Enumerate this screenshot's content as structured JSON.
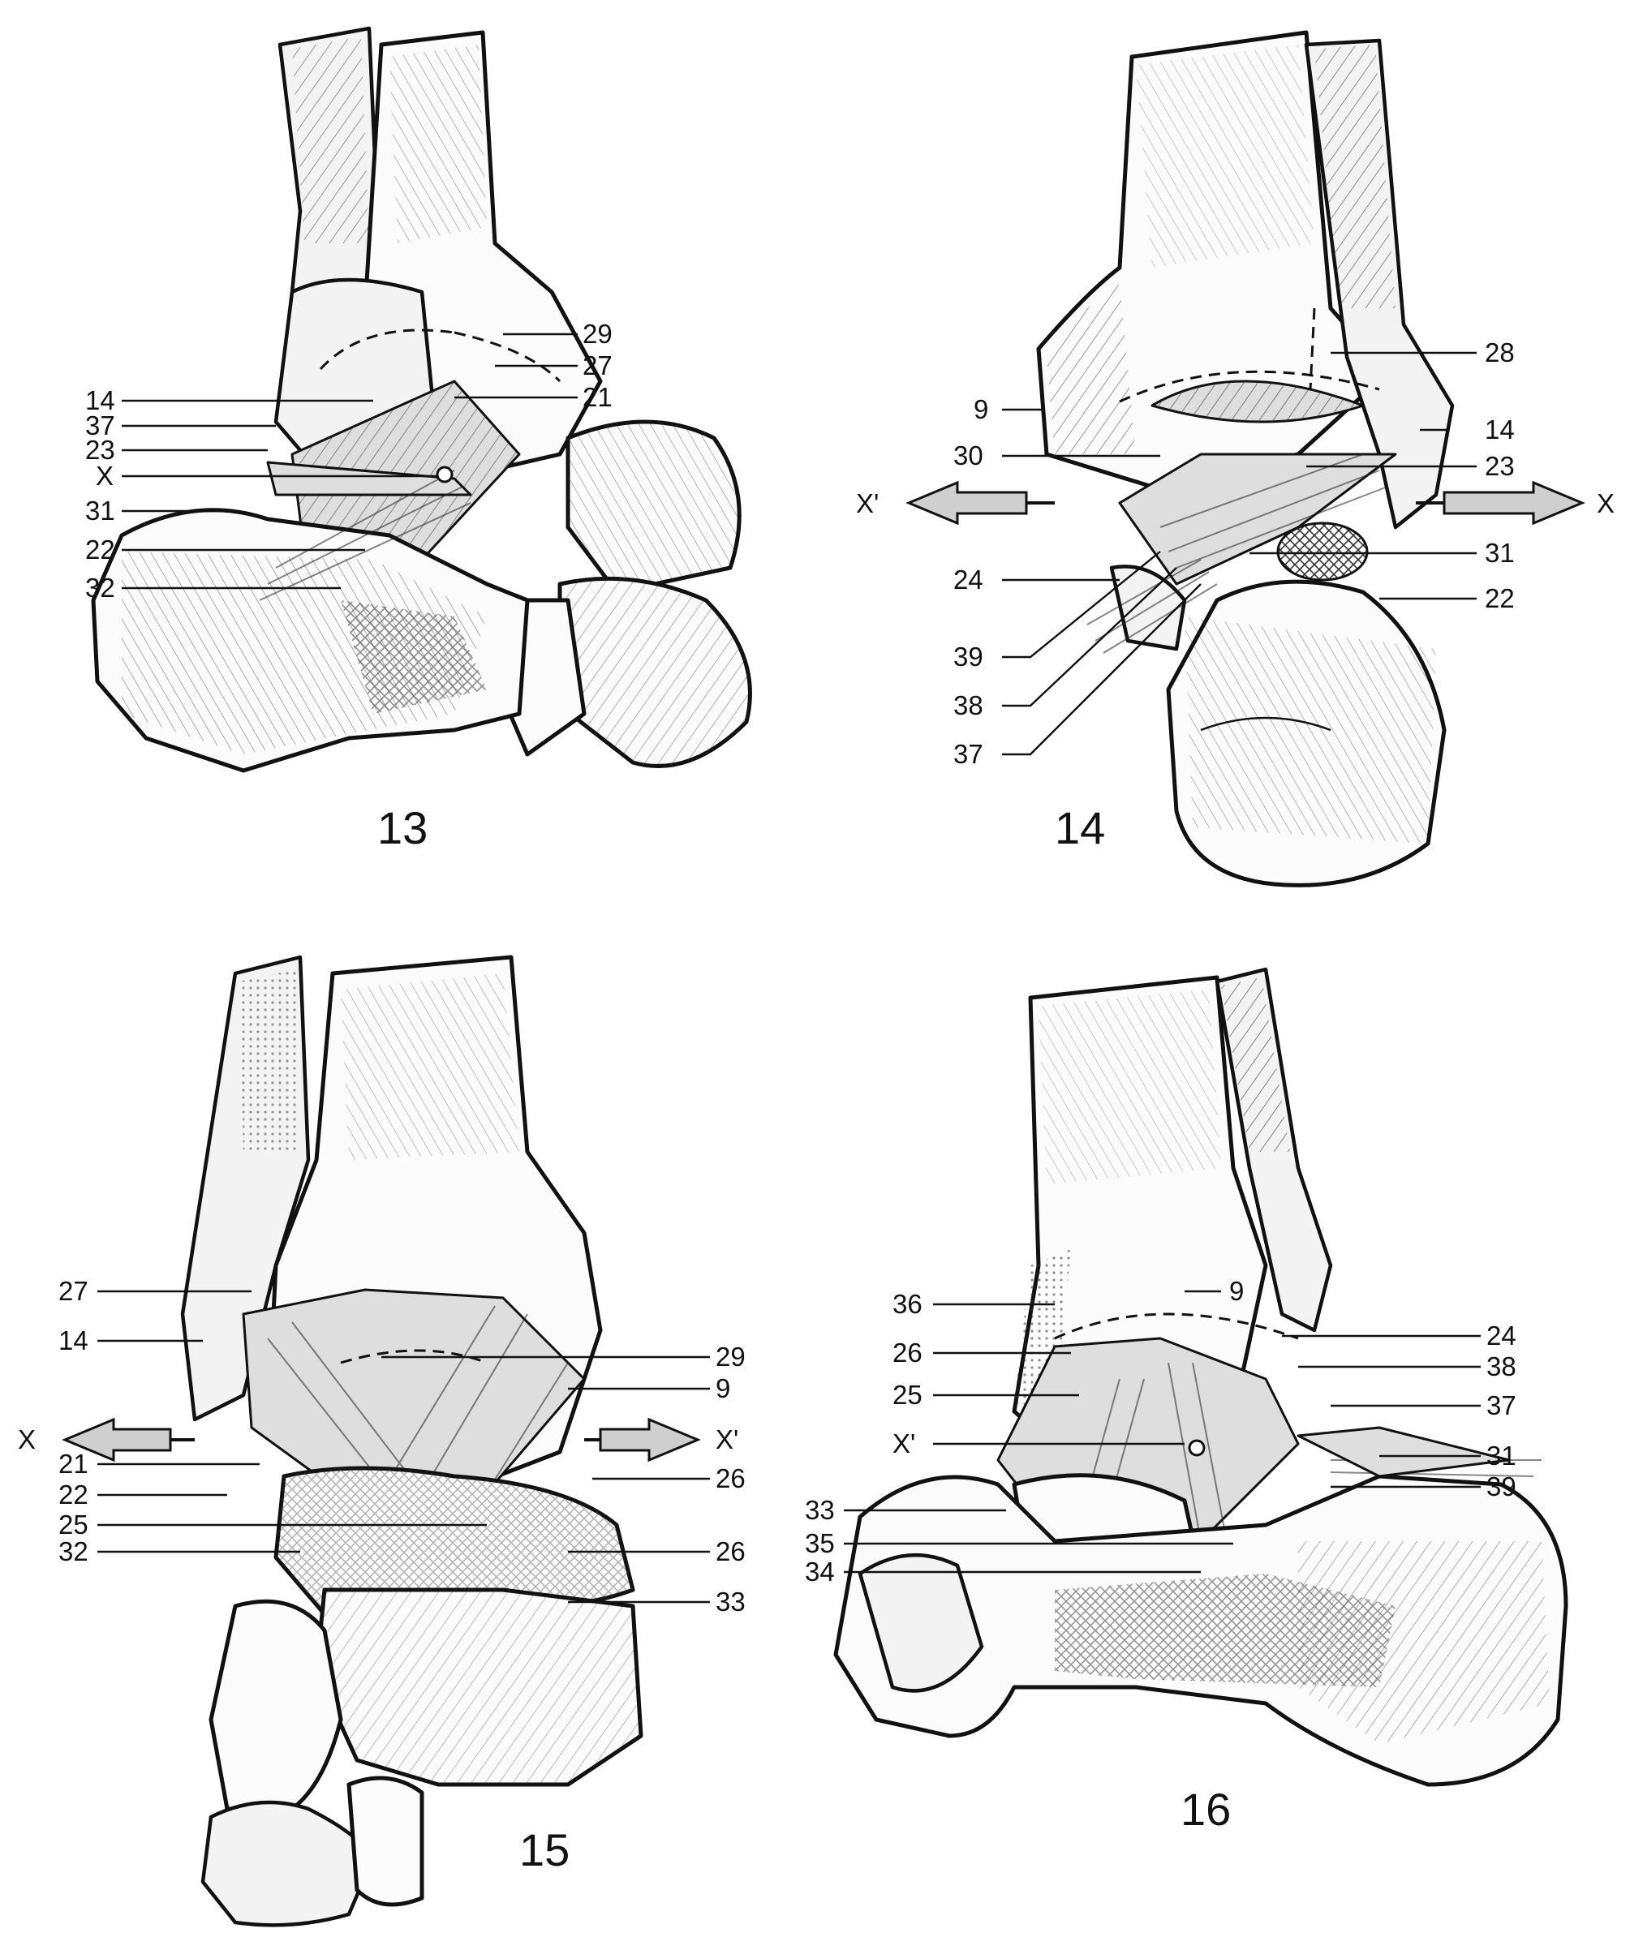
{
  "figures": [
    {
      "number": "13",
      "labels": [
        "29",
        "27",
        "21",
        "14",
        "37",
        "23",
        "X",
        "31",
        "22",
        "32"
      ]
    },
    {
      "number": "14",
      "labels": [
        "28",
        "9",
        "14",
        "30",
        "23",
        "X'",
        "X",
        "24",
        "31",
        "22",
        "39",
        "38",
        "37"
      ]
    },
    {
      "number": "15",
      "labels": [
        "27",
        "14",
        "29",
        "9",
        "X",
        "X'",
        "21",
        "26",
        "22",
        "25",
        "32",
        "26",
        "33"
      ]
    },
    {
      "number": "16",
      "labels": [
        "9",
        "36",
        "24",
        "26",
        "38",
        "25",
        "37",
        "X'",
        "31",
        "39",
        "33",
        "35",
        "34"
      ]
    }
  ]
}
